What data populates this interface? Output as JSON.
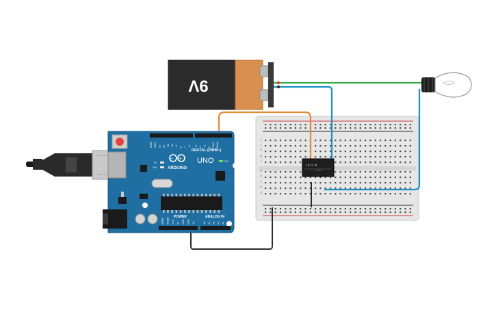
{
  "battery": {
    "label": "9V",
    "color_body": "#2b2b2b",
    "color_cap": "#d9904e"
  },
  "arduino": {
    "brand": "ARDUINO",
    "model": "UNO",
    "digital_header_label": "DIGITAL (PWM~)",
    "power_label": "POWER",
    "analog_label": "ANALOG IN",
    "tx_label": "TX",
    "rx_label": "RX",
    "on_label": "ON",
    "top_pins": [
      "AREF",
      "GND",
      "13",
      "12",
      "~11",
      "~10",
      "~9",
      "8",
      "7",
      "~6",
      "~5",
      "4",
      "~3",
      "2",
      "TX▸1",
      "RX◂0"
    ],
    "power_pins": [
      "IOREF",
      "RESET",
      "3.3V",
      "5V",
      "GND",
      "GND",
      "Vin"
    ],
    "analog_pins": [
      "A0",
      "A1",
      "A2",
      "A3",
      "A4",
      "A5"
    ],
    "board_color": "#1f6fa3"
  },
  "relay": {
    "label": "LU-5-R"
  },
  "breadboard": {
    "row_letters_top": [
      "a",
      "b",
      "c",
      "d",
      "e"
    ],
    "row_letters_bottom": [
      "f",
      "g",
      "h",
      "i",
      "j"
    ]
  },
  "wires": {
    "green": "#3aa845",
    "blue": "#1a8fc4",
    "orange": "#e58a2e",
    "black": "#2a2a2a",
    "red": "#d23b3b"
  }
}
